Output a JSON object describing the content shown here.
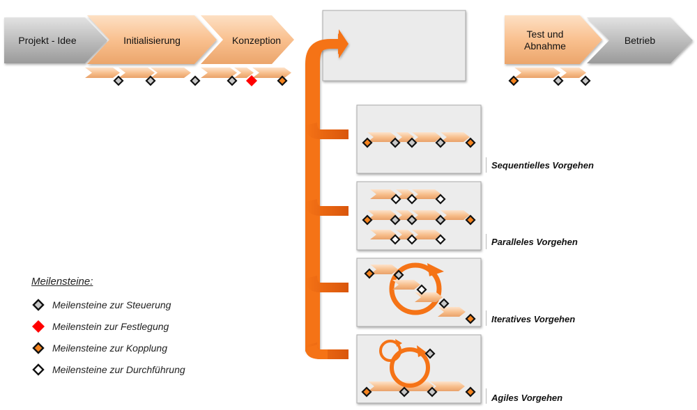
{
  "colors": {
    "phase_orange": "#f9c08f",
    "phase_gray": "#b5b5b5",
    "connector_orange": "#f57316",
    "milestone_steuerung": "#c8c8c8",
    "milestone_festlegung": "#ff0000",
    "milestone_kopplung": "#f5831e",
    "milestone_durchfuehrung": "#ffffff"
  },
  "phases": [
    {
      "label": "Projekt - Idee",
      "style": "gray"
    },
    {
      "label": "Initialisierung",
      "style": "orange"
    },
    {
      "label": "Konzeption",
      "style": "orange"
    },
    {
      "label": "",
      "style": "placeholder-box"
    },
    {
      "label": "Test und\nAbnahme",
      "style": "orange"
    },
    {
      "label": "Betrieb",
      "style": "gray"
    }
  ],
  "phase_milestones": {
    "initialisierung_konzeption": [
      "steuerung",
      "steuerung",
      "steuerung",
      "steuerung",
      "festlegung",
      "kopplung"
    ],
    "test_abnahme": [
      "kopplung",
      "steuerung",
      "steuerung"
    ]
  },
  "approaches": [
    {
      "label": "Sequentielles Vorgehen",
      "milestones": [
        "kopplung",
        "steuerung",
        "steuerung",
        "steuerung",
        "kopplung"
      ]
    },
    {
      "label": "Paralleles Vorgehen",
      "rows": [
        [
          "durchfuehrung",
          "durchfuehrung",
          "durchfuehrung"
        ],
        [
          "kopplung",
          "steuerung",
          "steuerung",
          "steuerung",
          "kopplung"
        ],
        [
          "durchfuehrung",
          "durchfuehrung",
          "durchfuehrung"
        ]
      ]
    },
    {
      "label": "Iteratives Vorgehen",
      "milestones": [
        "kopplung",
        "steuerung",
        "durchfuehrung",
        "steuerung",
        "kopplung"
      ]
    },
    {
      "label": "Agiles Vorgehen",
      "milestones": [
        "kopplung",
        "steuerung",
        "steuerung",
        "steuerung",
        "kopplung"
      ]
    }
  ],
  "legend": {
    "title": "Meilensteine:",
    "items": [
      {
        "type": "steuerung",
        "label": "Meilensteine zur Steuerung"
      },
      {
        "type": "festlegung",
        "label": "Meilenstein zur Festlegung"
      },
      {
        "type": "kopplung",
        "label": "Meilensteine zur Kopplung"
      },
      {
        "type": "durchfuehrung",
        "label": "Meilensteine zur Durchführung"
      }
    ]
  }
}
